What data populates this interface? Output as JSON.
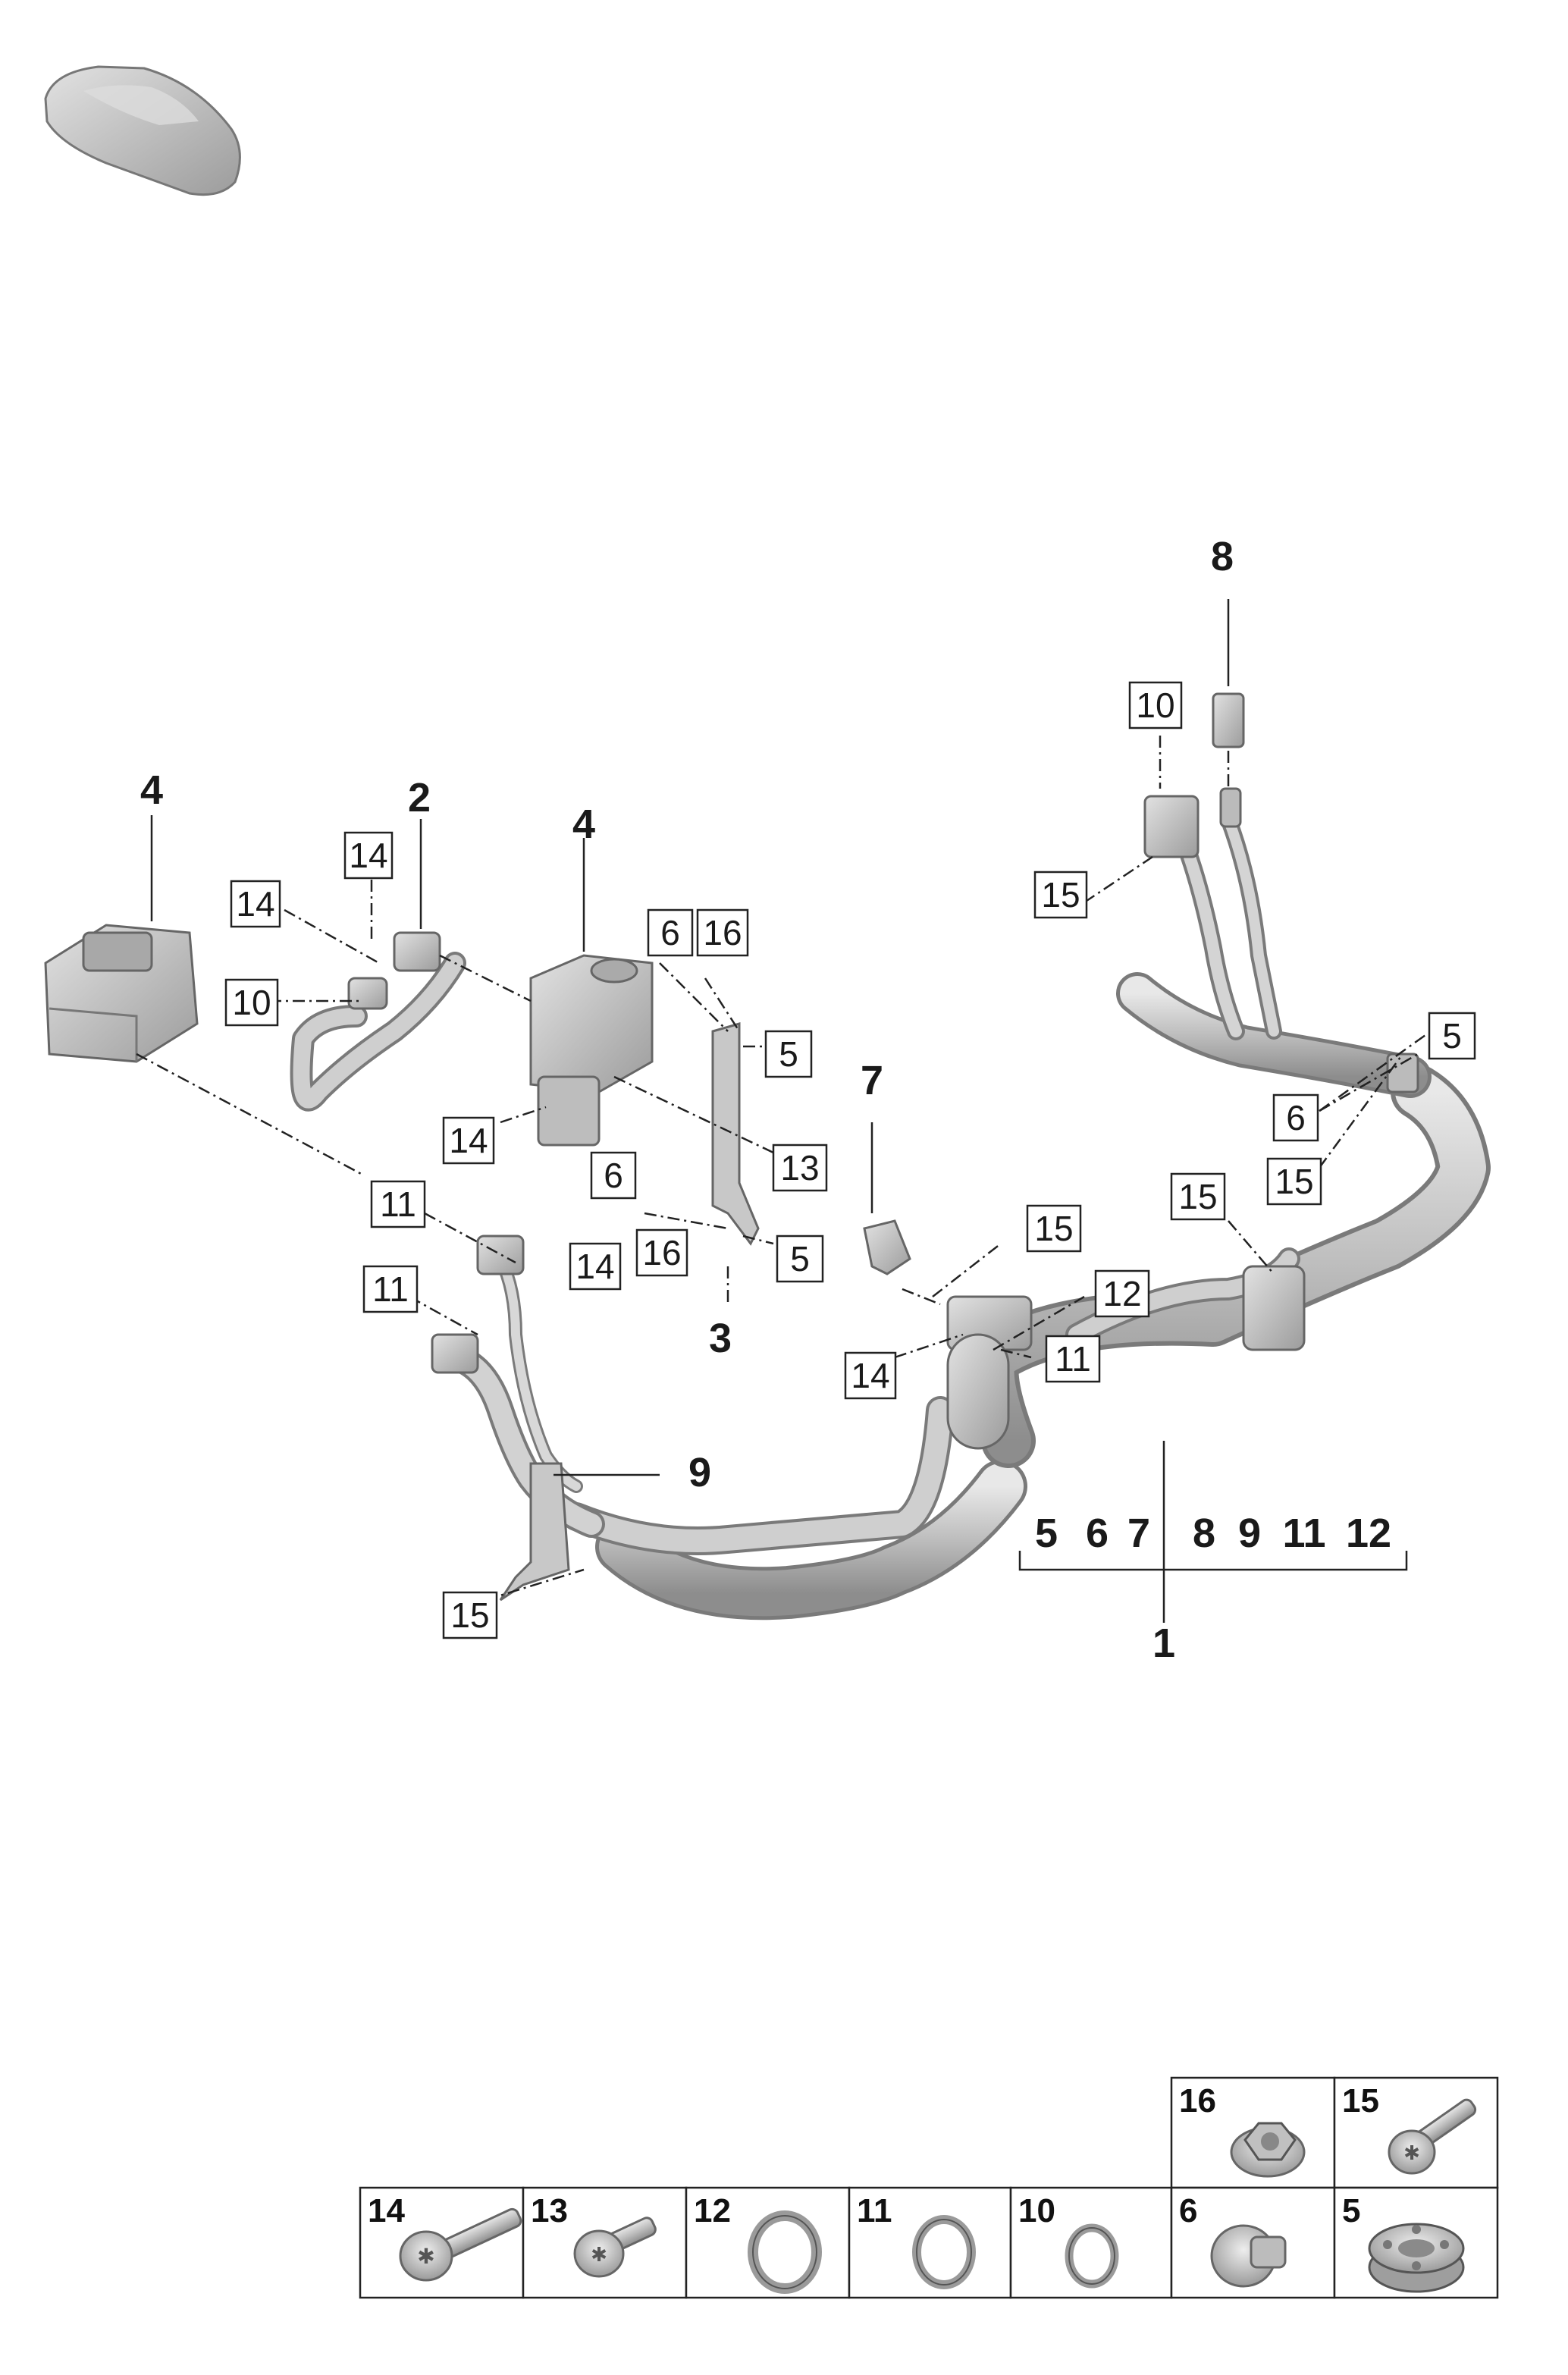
{
  "callouts": {
    "n8": "8",
    "n4a": "4",
    "n2": "2",
    "n4b": "4",
    "n7": "7",
    "n3": "3",
    "n9": "9",
    "n1": "1",
    "b10a": "10",
    "b15a": "15",
    "b14a": "14",
    "b14b": "14",
    "b10b": "10",
    "b6a": "6",
    "b16a": "16",
    "b5a": "5",
    "b5b": "5",
    "b6b": "6",
    "b15b": "15",
    "b14c": "14",
    "b13": "13",
    "b6c": "6",
    "b11a": "11",
    "b16b": "16",
    "b5c": "5",
    "b14d": "14",
    "b15c": "15",
    "b15d": "15",
    "b12a": "12",
    "b11b": "11",
    "b14e": "14",
    "b11c": "11",
    "b15e": "15"
  },
  "bracket": {
    "items": [
      "5",
      "6",
      "7",
      "8",
      "9",
      "11",
      "12"
    ]
  },
  "parts_table": {
    "top_row": [
      {
        "num": "16",
        "icon": "flange-nut-icon"
      },
      {
        "num": "15",
        "icon": "torx-bolt-icon"
      }
    ],
    "bottom_row": [
      {
        "num": "14",
        "icon": "long-torx-bolt-icon"
      },
      {
        "num": "13",
        "icon": "short-torx-bolt-icon"
      },
      {
        "num": "12",
        "icon": "o-ring-large-icon"
      },
      {
        "num": "11",
        "icon": "o-ring-medium-icon"
      },
      {
        "num": "10",
        "icon": "o-ring-small-icon"
      },
      {
        "num": "6",
        "icon": "grommet-icon"
      },
      {
        "num": "5",
        "icon": "rubber-bushing-icon"
      }
    ]
  },
  "colors": {
    "part_fill": "#c9c9c9",
    "part_shade": "#9a9a9a",
    "line": "#222222"
  }
}
